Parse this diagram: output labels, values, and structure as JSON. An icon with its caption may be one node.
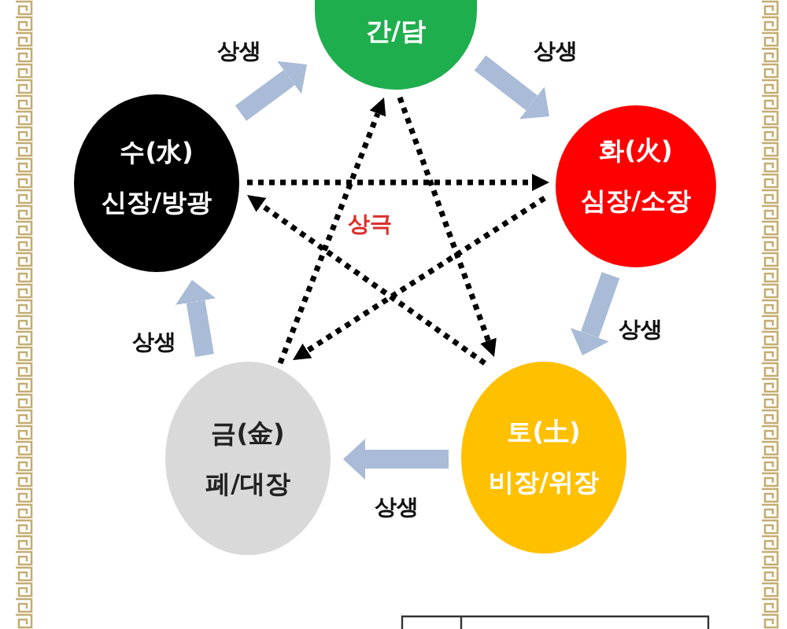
{
  "diagram": {
    "nodes": [
      {
        "text": [
          "간/담"
        ]
      },
      {
        "text": [
          "수(水)",
          "신장/방광"
        ]
      },
      {
        "text": [
          "화(火)",
          "심장/소장"
        ]
      },
      {
        "text": [
          "금(金)",
          "폐/대장"
        ]
      },
      {
        "text": [
          "토(土)",
          "비장/위장"
        ]
      }
    ],
    "edges": [
      {
        "from": 1,
        "to": 0,
        "arrow": "to",
        "label": "상생",
        "style": "thick",
        "color": "#a9bbd7"
      },
      {
        "from": 0,
        "to": 2,
        "arrow": "to",
        "label": "상생",
        "style": "thick",
        "color": "#a9bbd7"
      },
      {
        "from": 2,
        "to": 4,
        "arrow": "to",
        "label": "상생",
        "style": "thick",
        "color": "#a9bbd7"
      },
      {
        "from": 4,
        "to": 3,
        "arrow": "to",
        "label": "상생",
        "style": "thick",
        "color": "#a9bbd7"
      },
      {
        "from": 3,
        "to": 1,
        "arrow": "to",
        "label": "상생",
        "style": "thick",
        "color": "#a9bbd7"
      },
      {
        "from": 1,
        "to": 2,
        "arrow": "to",
        "style": "dashed",
        "color": "#000000"
      },
      {
        "from": 2,
        "to": 3,
        "arrow": "to",
        "style": "dashed",
        "color": "#000000"
      },
      {
        "from": 3,
        "to": 0,
        "arrow": "to",
        "style": "dashed",
        "color": "#000000"
      },
      {
        "from": 0,
        "to": 4,
        "arrow": "to",
        "style": "dashed",
        "color": "#000000"
      },
      {
        "from": 4,
        "to": 1,
        "arrow": "to",
        "style": "dashed",
        "color": "#000000"
      }
    ],
    "labels": [
      "상극"
    ]
  }
}
